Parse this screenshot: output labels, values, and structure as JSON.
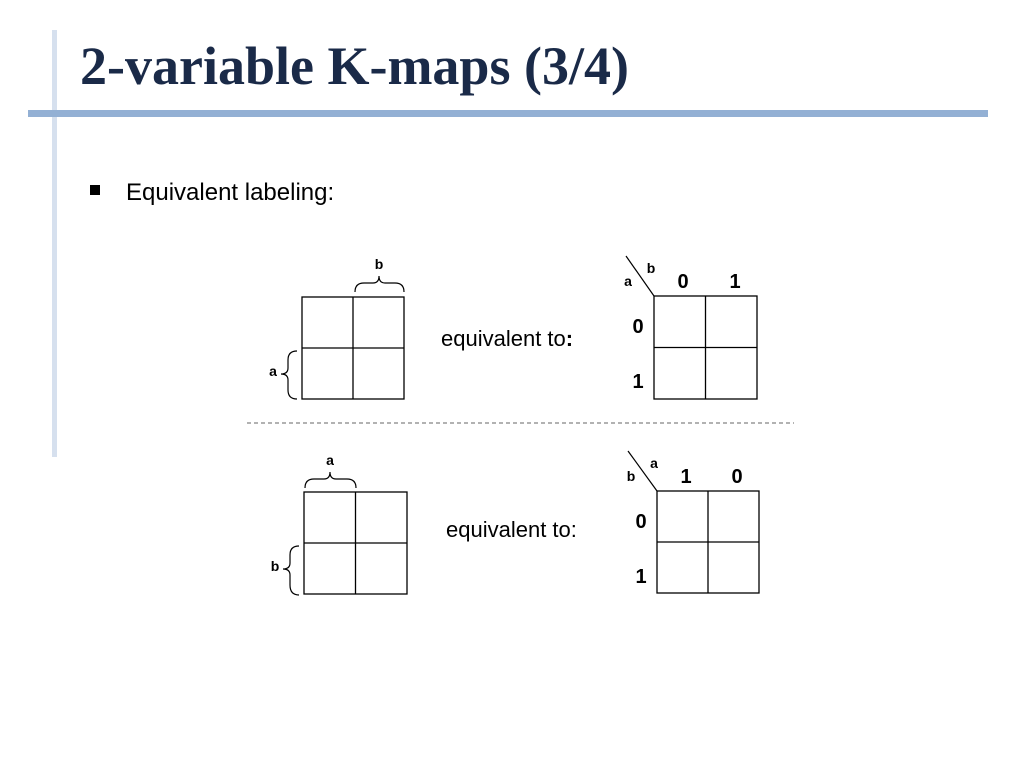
{
  "slide": {
    "title": "2-variable K-maps (3/4)",
    "bullet": "Equivalent labeling:"
  },
  "rows": [
    {
      "left": {
        "top_var": "b",
        "side_var": "a"
      },
      "caption_text": "equivalent to",
      "caption_colon": ":",
      "right": {
        "corner_top": "b",
        "corner_left": "a",
        "col_labels": [
          "0",
          "1"
        ],
        "row_labels": [
          "0",
          "1"
        ]
      }
    },
    {
      "left": {
        "top_var": "a",
        "side_var": "b"
      },
      "caption_text": "equivalent to",
      "caption_colon": ":",
      "right": {
        "corner_top": "a",
        "corner_left": "b",
        "col_labels": [
          "1",
          "0"
        ],
        "row_labels": [
          "0",
          "1"
        ]
      }
    }
  ]
}
